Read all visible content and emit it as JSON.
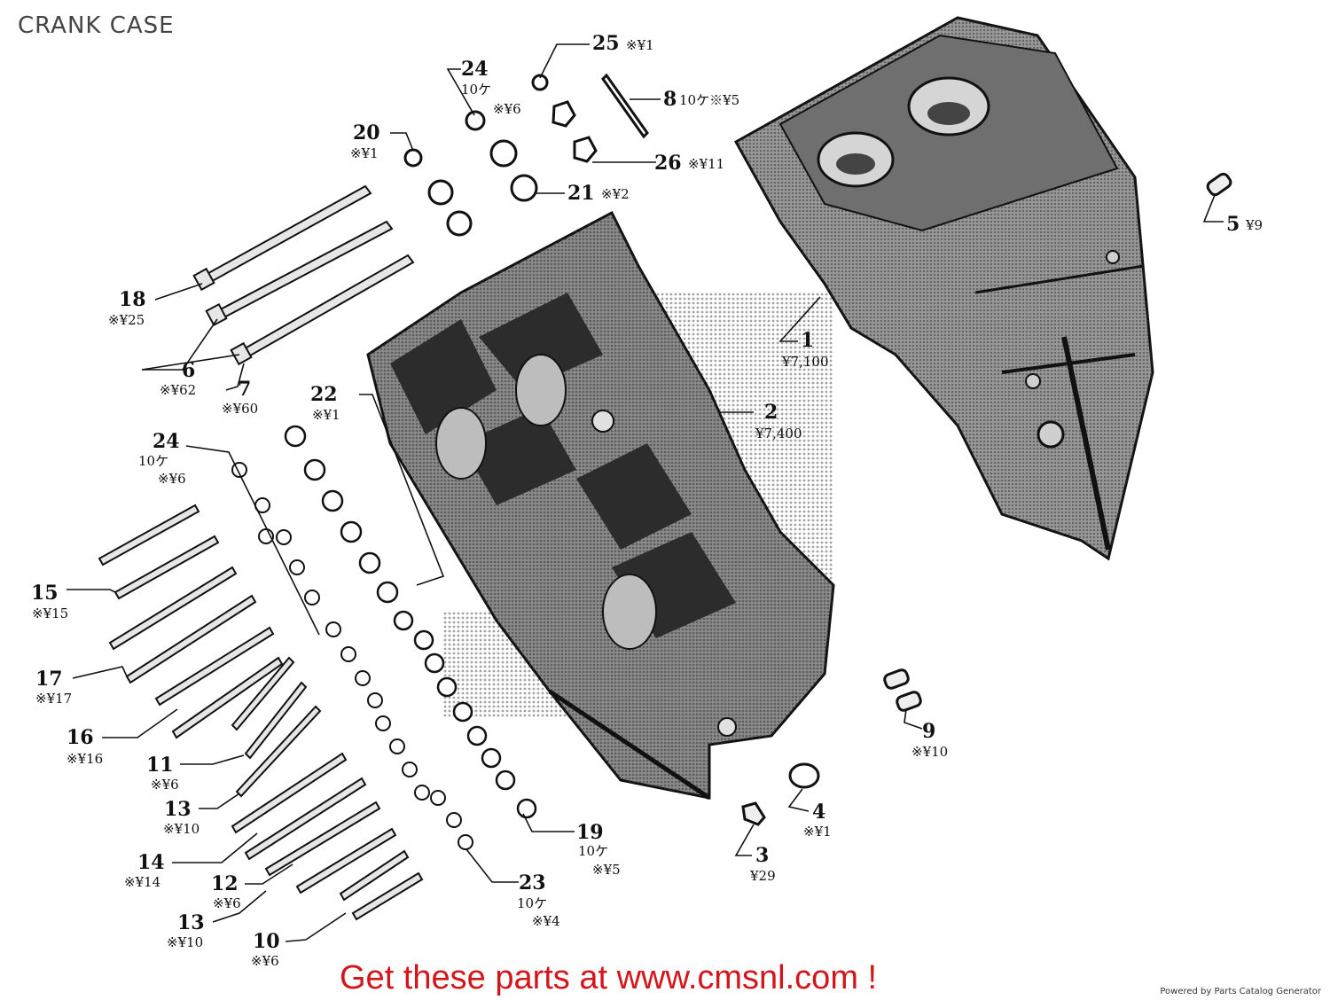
{
  "page": {
    "title": "CRANK CASE",
    "promo": "Get these parts at www.cmsnl.com !",
    "powered_by": "Powered by Parts Catalog Generator"
  },
  "callouts": [
    {
      "id": "c25",
      "num": "25",
      "lines": [
        "※¥1"
      ]
    },
    {
      "id": "c24a",
      "num": "24",
      "lines": [
        "10ケ",
        "※¥6"
      ]
    },
    {
      "id": "c8",
      "num": "8",
      "lines": [
        "10ケ※¥5"
      ]
    },
    {
      "id": "c20",
      "num": "20",
      "lines": [
        "※¥1"
      ]
    },
    {
      "id": "c26",
      "num": "26",
      "lines": [
        "※¥11"
      ]
    },
    {
      "id": "c21",
      "num": "21",
      "lines": [
        "※¥2"
      ]
    },
    {
      "id": "c5",
      "num": "5",
      "lines": [
        "¥9"
      ]
    },
    {
      "id": "c18",
      "num": "18",
      "lines": [
        "※¥25"
      ]
    },
    {
      "id": "c1",
      "num": "1",
      "lines": [
        "¥7,100"
      ]
    },
    {
      "id": "c6",
      "num": "6",
      "lines": [
        "※¥62"
      ]
    },
    {
      "id": "c7",
      "num": "7",
      "lines": [
        "※¥60"
      ]
    },
    {
      "id": "c22",
      "num": "22",
      "lines": [
        "※¥1"
      ]
    },
    {
      "id": "c2",
      "num": "2",
      "lines": [
        "¥7,400"
      ]
    },
    {
      "id": "c24b",
      "num": "24",
      "lines": [
        "10ケ",
        "※¥6"
      ]
    },
    {
      "id": "c15",
      "num": "15",
      "lines": [
        "※¥15"
      ]
    },
    {
      "id": "c17",
      "num": "17",
      "lines": [
        "※¥17"
      ]
    },
    {
      "id": "c16",
      "num": "16",
      "lines": [
        "※¥16"
      ]
    },
    {
      "id": "c9",
      "num": "9",
      "lines": [
        "※¥10"
      ]
    },
    {
      "id": "c11",
      "num": "11",
      "lines": [
        "※¥6"
      ]
    },
    {
      "id": "c13a",
      "num": "13",
      "lines": [
        "※¥10"
      ]
    },
    {
      "id": "c4",
      "num": "4",
      "lines": [
        "※¥1"
      ]
    },
    {
      "id": "c19",
      "num": "19",
      "lines": [
        "10ケ",
        "※¥5"
      ]
    },
    {
      "id": "c3",
      "num": "3",
      "lines": [
        "¥29"
      ]
    },
    {
      "id": "c14",
      "num": "14",
      "lines": [
        "※¥14"
      ]
    },
    {
      "id": "c23",
      "num": "23",
      "lines": [
        "10ケ",
        "※¥4"
      ]
    },
    {
      "id": "c12",
      "num": "12",
      "lines": [
        "※¥6"
      ]
    },
    {
      "id": "c13b",
      "num": "13",
      "lines": [
        "※¥10"
      ]
    },
    {
      "id": "c10",
      "num": "10",
      "lines": [
        "※¥6"
      ]
    }
  ]
}
